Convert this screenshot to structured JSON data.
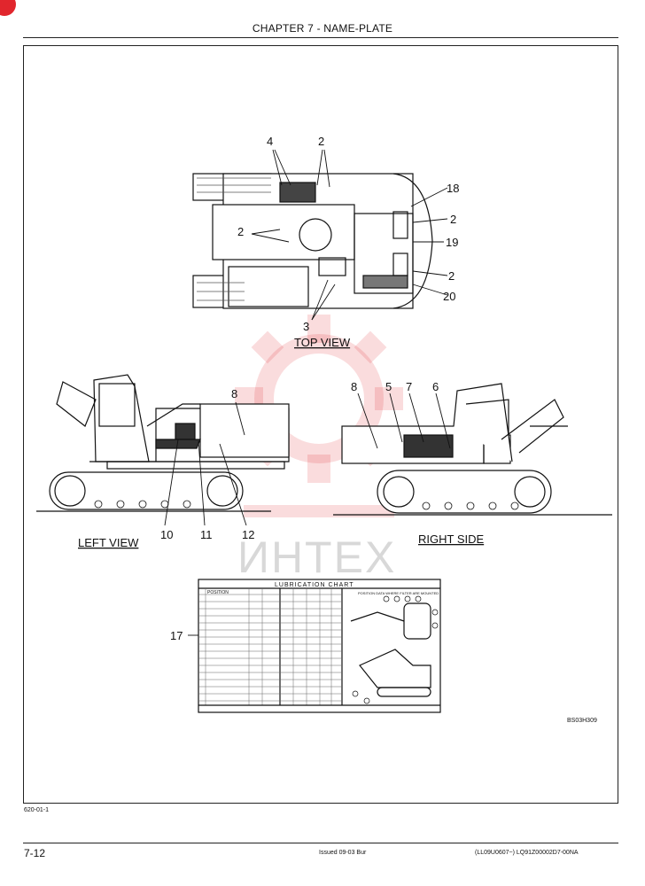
{
  "header": {
    "chapter_title": "CHAPTER 7 - NAME-PLATE"
  },
  "figure": {
    "views": {
      "top": "TOP VIEW",
      "left": "LEFT VIEW",
      "right": "RIGHT SIDE"
    },
    "callouts": {
      "top_4": "4",
      "top_2a": "2",
      "top_2b": "2",
      "top_3": "3",
      "top_18": "18",
      "top_2c": "2",
      "top_19": "19",
      "top_2d": "2",
      "top_20": "20",
      "left_8": "8",
      "left_10": "10",
      "left_11": "11",
      "left_12": "12",
      "right_8": "8",
      "right_5": "5",
      "right_7": "7",
      "right_6": "6",
      "chart_17": "17"
    },
    "lubrication_chart": {
      "title": "LUBRICATION CHART",
      "first_column": "POSITION",
      "diagram_caption": "POSITION DATA WHERE FILTER ARE MOUNTED"
    },
    "figure_code": "BS03H309",
    "watermark": "ИНТЕХ"
  },
  "footer": {
    "doc_ref": "620-01-1",
    "page_number": "7-12",
    "issue_info": "Issued 09-03   Bur",
    "serial_info": "(LL09U0607~)   LQ91Z00002D7-00NA"
  },
  "colors": {
    "watermark_red": "#e1262d",
    "watermark_gray": "#d8d8d8"
  }
}
